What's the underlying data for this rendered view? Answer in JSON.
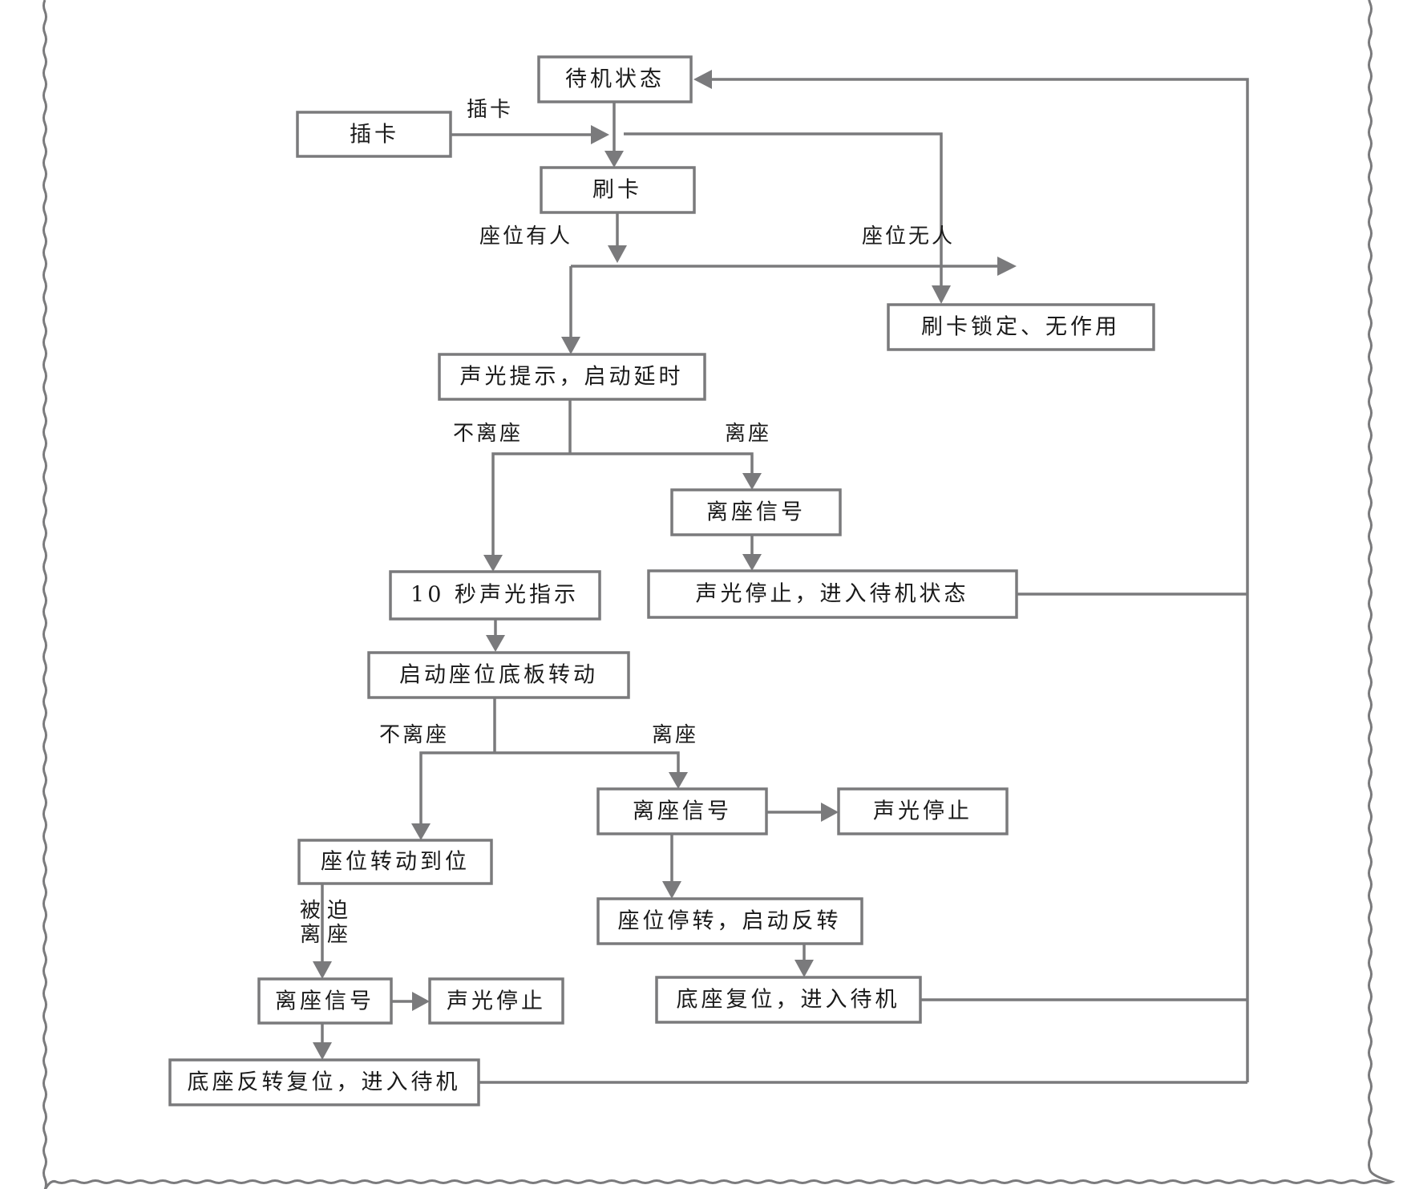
{
  "nodes": {
    "standby": "待机状态",
    "insert_card": "插卡",
    "swipe_card": "刷卡",
    "card_locked": "刷卡锁定、无作用",
    "sound_light_prompt": "声光提示，启动延时",
    "leave_signal_1": "离座信号",
    "ten_sec_indicator": "10 秒声光指示",
    "stop_and_standby": "声光停止，进入待机状态",
    "start_rotation": "启动座位底板转动",
    "leave_signal_2": "离座信号",
    "stop_sound_light_2": "声光停止",
    "seat_rotated": "座位转动到位",
    "stop_and_reverse": "座位停转，启动反转",
    "reset_standby": "底座复位，进入待机",
    "leave_signal_3": "离座信号",
    "stop_sound_light_3": "声光停止",
    "reverse_reset_standby": "底座反转复位，进入待机"
  },
  "edge_labels": {
    "insert_card": "插卡",
    "seat_occupied": "座位有人",
    "seat_empty": "座位无人",
    "not_leave_1": "不离座",
    "leave_1": "离座",
    "not_leave_2": "不离座",
    "leave_2": "离座",
    "forced_leave_line1": "被迫",
    "forced_leave_line2": "离座"
  }
}
